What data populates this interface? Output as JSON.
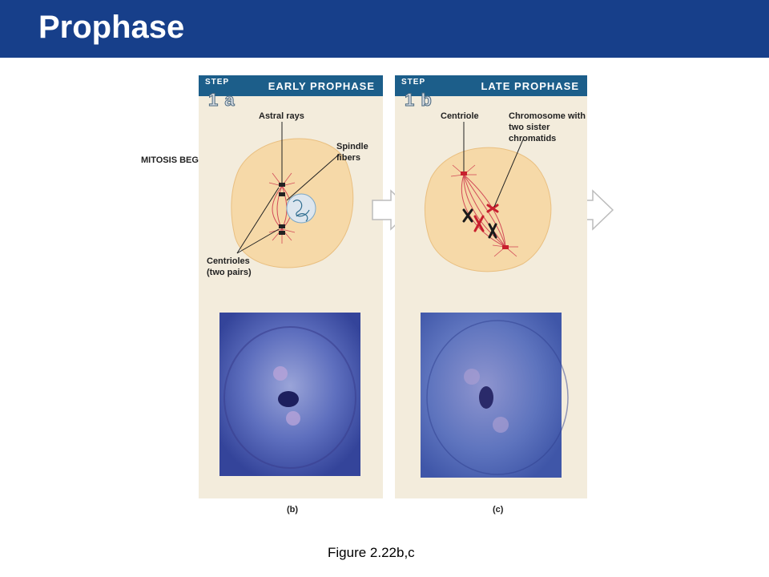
{
  "slide": {
    "title": "Prophase",
    "figure_ref": "Figure 2.22b,c"
  },
  "colors": {
    "title_bar": "#173f8a",
    "panel_header": "#1c5e8a",
    "panel_bg": "#f3ecdc",
    "cell_fill": "#f6d9a8",
    "spindle": "#d24a58",
    "micrograph": "#4a5fb0"
  },
  "panels": [
    {
      "step": "STEP",
      "number": "1 a",
      "stage": "EARLY PROPHASE",
      "caption": "(b)",
      "labels": {
        "astral_rays": "Astral rays",
        "spindle_fibers": "Spindle fibers",
        "centrioles": "Centrioles (two pairs)"
      }
    },
    {
      "step": "STEP",
      "number": "1 b",
      "stage": "LATE PROPHASE",
      "caption": "(c)",
      "labels": {
        "centriole": "Centriole",
        "chromosome": "Chromosome with two sister chromatids"
      }
    }
  ],
  "side_label": "MITOSIS BEGINS"
}
